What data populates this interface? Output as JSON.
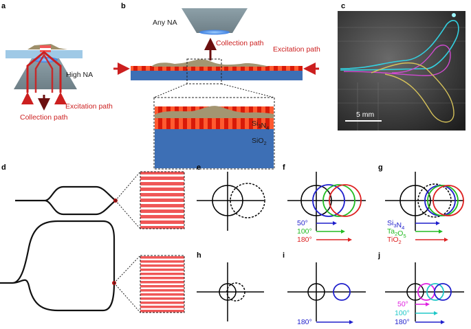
{
  "panels": {
    "a": {
      "label": "a",
      "objective": "High NA",
      "excitation": "Excitation path",
      "collection": "Collection path"
    },
    "b": {
      "label": "b",
      "objective": "Any NA",
      "collection": "Collection path",
      "excitation": "Excitation path",
      "core": "Si3N4",
      "substrate": "SiO2"
    },
    "c": {
      "label": "c",
      "scalebar": "5 mm"
    },
    "d": {
      "label": "d"
    },
    "e": {
      "label": "e"
    },
    "f": {
      "label": "f",
      "arrows": [
        {
          "text": "50°",
          "color": "#1f1fcc"
        },
        {
          "text": "100°",
          "color": "#22bb22"
        },
        {
          "text": "180°",
          "color": "#dd2222"
        }
      ]
    },
    "g": {
      "label": "g",
      "arrows": [
        {
          "text": "Si3N4",
          "color": "#1f1fcc"
        },
        {
          "text": "Ta2O5",
          "color": "#22bb22"
        },
        {
          "text": "TiO2",
          "color": "#dd2222"
        }
      ]
    },
    "h": {
      "label": "h"
    },
    "i": {
      "label": "i",
      "arrows": [
        {
          "text": "180°",
          "color": "#1f1fcc"
        }
      ]
    },
    "j": {
      "label": "j",
      "arrows": [
        {
          "text": "50°",
          "color": "#e020e0"
        },
        {
          "text": "100°",
          "color": "#20c8c8"
        },
        {
          "text": "180°",
          "color": "#1f1fcc"
        }
      ]
    }
  }
}
